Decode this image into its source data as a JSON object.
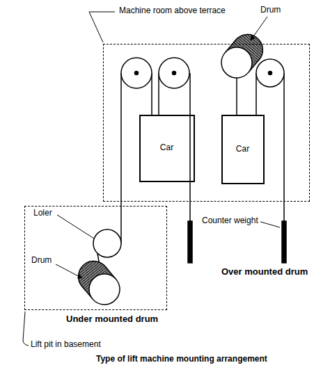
{
  "diagram": {
    "title": "Type of lift machine mounting arrangement",
    "nodes": [
      {
        "text": [
          "Machine room above terrace"
        ]
      },
      {
        "text": [
          "Car"
        ],
        "in": 0
      },
      {
        "text": [
          "Car"
        ],
        "in": 0
      },
      {
        "text": [
          "Lift pit in basement"
        ]
      }
    ],
    "labels": [
      "Drum",
      "Counter weight",
      "Over mounted drum",
      "Loler",
      "Drum",
      "Under mounted drum"
    ]
  }
}
